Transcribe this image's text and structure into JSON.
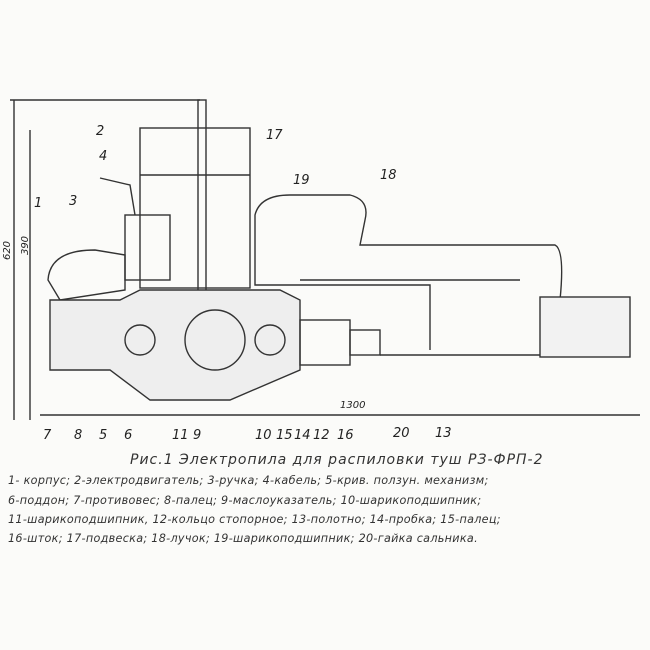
{
  "figure": {
    "title": "Рис.1  Электропила  для распиловки туш  РЗ-ФРП-2",
    "legend_lines": [
      "1- корпус; 2-электродвигатель; 3-ручка; 4-кабель; 5-крив. ползун. механизм;",
      "6-поддон; 7-противовес; 8-палец; 9-маслоуказатель; 10-шарикоподшипник;",
      "11-шарикоподшипник, 12-кольцо стопорное; 13-полотно; 14-пробка; 15-палец;",
      "16-шток; 17-подвеска; 18-лучок; 19-шарикоподшипник; 20-гайка сальника."
    ],
    "dimensions": {
      "height_total": "620",
      "height_body": "390",
      "length": "1300"
    },
    "callouts": [
      "1",
      "2",
      "3",
      "4",
      "5",
      "6",
      "7",
      "8",
      "9",
      "10",
      "11",
      "12",
      "13",
      "14",
      "15",
      "16",
      "17",
      "18",
      "19",
      "20"
    ]
  }
}
